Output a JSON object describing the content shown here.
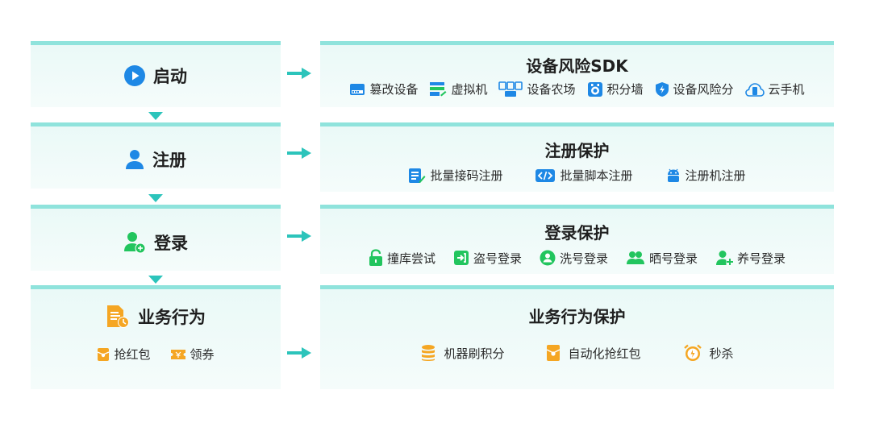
{
  "stages": [
    {
      "title": "启动",
      "sdk_title": "设备风险SDK",
      "features": [
        {
          "label": "篡改设备",
          "icon": "tamper-device-icon"
        },
        {
          "label": "虚拟机",
          "icon": "virtual-machine-icon"
        },
        {
          "label": "设备农场",
          "icon": "device-farm-icon"
        },
        {
          "label": "积分墙",
          "icon": "points-wall-icon"
        },
        {
          "label": "设备风险分",
          "icon": "risk-score-icon"
        },
        {
          "label": "云手机",
          "icon": "cloud-phone-icon"
        }
      ]
    },
    {
      "title": "注册",
      "sdk_title": "注册保护",
      "features": [
        {
          "label": "批量接码注册",
          "icon": "batch-code-icon"
        },
        {
          "label": "批量脚本注册",
          "icon": "script-icon"
        },
        {
          "label": "注册机注册",
          "icon": "android-icon"
        }
      ]
    },
    {
      "title": "登录",
      "sdk_title": "登录保护",
      "features": [
        {
          "label": "撞库尝试",
          "icon": "lock-icon"
        },
        {
          "label": "盗号登录",
          "icon": "login-icon"
        },
        {
          "label": "洗号登录",
          "icon": "user-circle-icon"
        },
        {
          "label": "晒号登录",
          "icon": "users-icon"
        },
        {
          "label": "养号登录",
          "icon": "user-add-icon"
        }
      ]
    },
    {
      "title": "业务行为",
      "sub_items": [
        {
          "label": "抢红包",
          "icon": "red-packet-icon"
        },
        {
          "label": "领券",
          "icon": "coupon-icon"
        }
      ],
      "sdk_title": "业务行为保护",
      "features": [
        {
          "label": "机器刷积分",
          "icon": "coins-icon"
        },
        {
          "label": "自动化抢红包",
          "icon": "red-packet-icon"
        },
        {
          "label": "秒杀",
          "icon": "alarm-clock-icon"
        }
      ]
    }
  ],
  "colors": {
    "teal": "#2cc4bb",
    "blue": "#1e88e5",
    "green": "#22c55e",
    "gold": "#f5a623",
    "panel_top": "#8fe3dc"
  }
}
